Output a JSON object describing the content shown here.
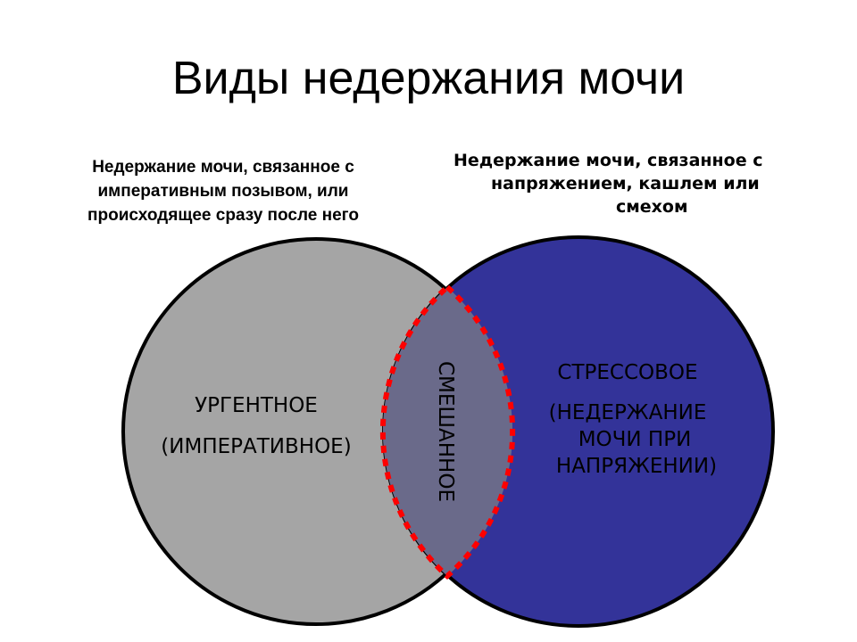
{
  "title": "Виды недержания мочи",
  "left_caption": [
    "Недержание мочи, связанное с",
    "императивным позывом, или",
    "происходящее сразу после него"
  ],
  "right_caption": [
    "Недержание мочи, связанное с",
    "напряжением, кашлем или",
    "смехом"
  ],
  "venn": {
    "left": {
      "lines": [
        "УРГЕНТНОЕ",
        "(ИМПЕРАТИВНОЕ)"
      ],
      "color": "#a5a5a5"
    },
    "right": {
      "lines": [
        "СТРЕССОВОЕ",
        "(НЕДЕРЖАНИЕ",
        "МОЧИ ПРИ",
        "НАПРЯЖЕНИИ)"
      ],
      "color": "#333399"
    },
    "overlap": {
      "label": "СМЕШАННОЕ",
      "color": "#6a6a8a",
      "outline_color": "#ff0000"
    }
  }
}
